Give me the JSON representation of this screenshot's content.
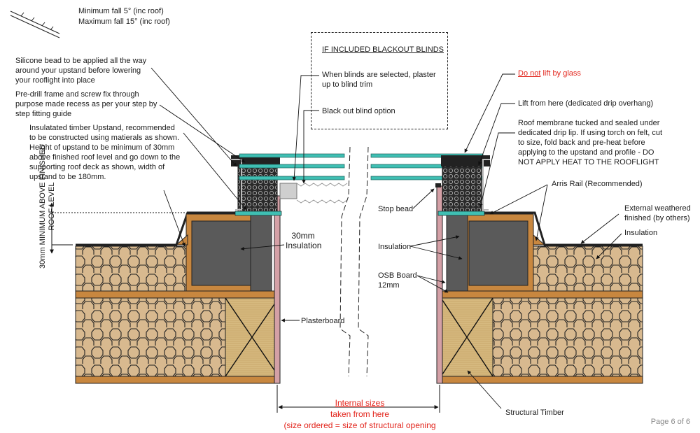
{
  "fall": {
    "min": "Minimum fall 5° (inc roof)",
    "max": "Maximum fall 15° (inc roof)"
  },
  "blinds": {
    "title": "IF INCLUDED BLACKOUT BLINDS",
    "plaster_note": "When blinds are selected, plaster up to blind trim",
    "option": "Black out blind option"
  },
  "left_notes": {
    "silicone": "Silicone bead to be applied all the way around your upstand before lowering your rooflight into place",
    "predrill": "Pre-drill frame and screw fix through purpose made recess as per your step by step fitting guide",
    "upstand": "Insulatated timber Upstand, recommended to be constructed using matierals as shown. Height of upstand to be minimum of 30mm above finished roof level and go down to the supporting roof deck as shown, width of upstand to be 180mm.",
    "insulation_30": "30mm Insulation",
    "plasterboard": "Plasterboard",
    "height_label": "30mm MINIMUM ABOVE FINISHED ROOF LEVEL"
  },
  "right_notes": {
    "do_not": "Do not",
    "lift_glass": "lift by glass",
    "lift_here": "Lift from here (dedicated drip overhang)",
    "membrane": "Roof membrane tucked and sealed under dedicated drip lip. If using torch on felt, cut to size, fold back and pre-heat before applying to the upstand and profile - DO NOT APPLY HEAT TO THE ROOFLIGHT",
    "arris": "Arris Rail (Recommended)",
    "stop_bead": "Stop bead",
    "external": "External weathered finished (by others)",
    "insulation_right": "Insulation",
    "insulation_mid": "Insulation",
    "osb": "OSB Board 12mm",
    "structural": "Structural Timber"
  },
  "internal": {
    "line1": "Internal sizes",
    "line2": "taken from here",
    "line3": "(size ordered = size of structural opening"
  },
  "page": "Page 6 of 6",
  "colors": {
    "timber": "#c8873f",
    "timber_dark": "#6b4a1e",
    "insul": "#d8b98f",
    "grey": "#5a5a5a",
    "glass": "#3fbfb3",
    "red": "#e2231a",
    "plaster": "#d4a0a6",
    "beam": "#d6b97f"
  }
}
